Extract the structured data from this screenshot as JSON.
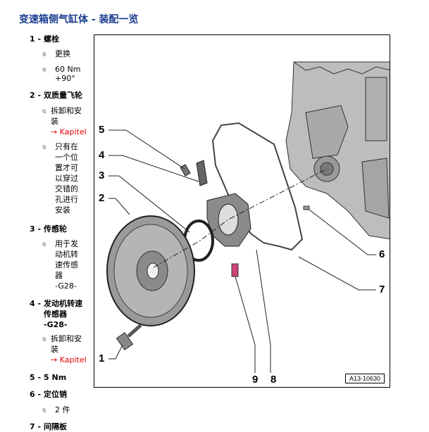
{
  "title": "变速箱侧气缸体 - 装配一览",
  "items": [
    {
      "num": "1 -",
      "label": "螺栓",
      "subs": [
        "更换",
        "60 Nm",
        "+90°"
      ]
    },
    {
      "num": "2 -",
      "label": "双质量飞轮",
      "subs": [
        "拆卸和安",
        "装",
        "→ Kapitel",
        "只有在",
        "一个位",
        "置才可",
        "以穿过",
        "交错的",
        "孔进行",
        "安装"
      ]
    },
    {
      "num": "3 -",
      "label": "传感轮",
      "subs": [
        "用于发",
        "动机转",
        "速传感",
        "器",
        "-G28-"
      ]
    },
    {
      "num": "4 -",
      "label": "发动机转速",
      "label2": "传感器",
      "label3": "-G28-",
      "subs": [
        "拆卸和安",
        "装",
        "→ Kapitel"
      ]
    },
    {
      "num": "5 -",
      "label": "5 Nm"
    },
    {
      "num": "6 -",
      "label": "定位销",
      "subs": [
        "2 件"
      ]
    },
    {
      "num": "7 -",
      "label": "间隔板"
    }
  ],
  "bullet": "q",
  "figure": {
    "callouts": [
      "1",
      "2",
      "3",
      "4",
      "5",
      "6",
      "7",
      "8",
      "9"
    ],
    "id": "A13-10630"
  }
}
